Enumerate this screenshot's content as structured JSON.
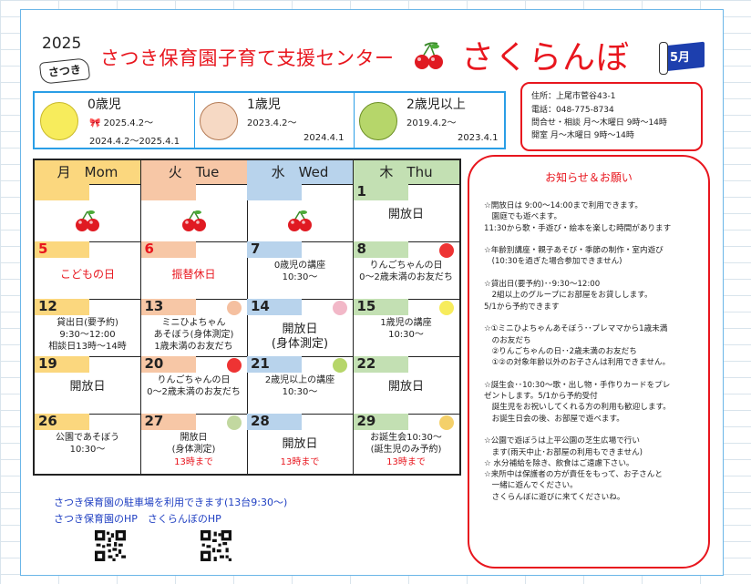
{
  "header": {
    "year": "2025",
    "title": "さつき保育園子育て支援センター",
    "brand": "さくらんぼ",
    "logo_text": "さつき",
    "month_flag": "5月"
  },
  "age_groups": [
    {
      "title": "0歳児",
      "range_start": "2025.4.2～",
      "range_full": "2024.4.2～2025.4.1",
      "icon": "chick-icon"
    },
    {
      "title": "1歳児",
      "range_start": "2023.4.2～",
      "range_end": "2024.4.1",
      "icon": "pig-icon"
    },
    {
      "title": "2歳児以上",
      "range_start": "2019.4.2～",
      "range_end": "2023.4.1",
      "icon": "elephant-icon"
    }
  ],
  "contact": {
    "address": "住所：上尾市菅谷43-1",
    "phone": "電話：048-775-8734",
    "inquiry": "問合せ・相談 月～木曜日 9時～14時",
    "open_room": "開室 月～木曜日 9時～14時"
  },
  "calendar": {
    "days": [
      "月　Mom",
      "火　Tue",
      "水　Wed",
      "木　Thu"
    ],
    "day_colors": [
      "#fbd77e",
      "#f7c7a6",
      "#b8d3ec",
      "#c3e0b3"
    ],
    "weeks": [
      [
        {
          "date": "",
          "text": "",
          "cherry": true
        },
        {
          "date": "",
          "text": "",
          "cherry": true
        },
        {
          "date": "",
          "text": "",
          "cherry": true
        },
        {
          "date": "1",
          "text": "開放日",
          "style": "big"
        }
      ],
      [
        {
          "date": "5",
          "date_red": true,
          "text": "こどもの日",
          "style": "red"
        },
        {
          "date": "6",
          "date_red": true,
          "text": "振替休日",
          "style": "red"
        },
        {
          "date": "7",
          "text": "0歳児の講座\n10:30～"
        },
        {
          "date": "8",
          "text": "りんごちゃんの日\n0～2歳未満のお友だち"
        }
      ],
      [
        {
          "date": "12",
          "text": "貸出日(要予約)\n9:30～12:00\n相談日13時～14時"
        },
        {
          "date": "13",
          "text": "ミニひよちゃん\nあそぼう(身体測定)\n1歳未満のお友だち"
        },
        {
          "date": "14",
          "text": "開放日\n(身体測定)",
          "style": "big"
        },
        {
          "date": "15",
          "text": "1歳児の講座\n10:30～"
        }
      ],
      [
        {
          "date": "19",
          "text": "開放日",
          "style": "big"
        },
        {
          "date": "20",
          "text": "りんごちゃんの日\n0～2歳未満のお友だち"
        },
        {
          "date": "21",
          "text": "2歳児以上の講座\n10:30～"
        },
        {
          "date": "22",
          "text": "開放日",
          "style": "big"
        }
      ],
      [
        {
          "date": "26",
          "text": "公園であそぼう\n10:30～"
        },
        {
          "date": "27",
          "text": "開放日\n(身体測定)",
          "note": "13時まで"
        },
        {
          "date": "28",
          "text": "開放日",
          "note": "13時まで",
          "style": "big"
        },
        {
          "date": "29",
          "text": "お誕生会10:30～\n(誕生児のみ予約)",
          "note": "13時まで"
        }
      ]
    ]
  },
  "notice": {
    "title": "お知らせ＆お願い",
    "body": "☆開放日は 9:00～14:00まで利用できます。\n　園庭でも遊べます。\n11:30から歌・手遊び・絵本を楽しむ時間があります\n\n☆年齢別講座・親子あそび・季節の制作・室内遊び\n　(10:30を過ぎた場合参加できません)\n\n☆貸出日(要予約)･･9:30～12:00\n　2組以上のグループにお部屋をお貸しします。\n5/1から予約できます\n\n☆①ミニひよちゃんあそぼう･･プレママから1歳未満\n　のお友だち\n　②りんごちゃんの日･･2歳未満のお友だち\n　①②の対象年齢以外のお子さんは利用できません。\n\n☆誕生会･･10:30～歌・出し物・手作りカードをプレ\nゼントします。5/1から予約受付\n　誕生児をお祝いしてくれる方の利用も歓迎します。\n　お誕生日会の後、お部屋で遊べます。\n\n☆公園で遊ぼうは上平公園の芝生広場で行い\n　ます(雨天中止･お部屋の利用もできません)\n☆ 水分補給を除き、飲食はご遠慮下さい。\n☆来所中は保護者の方が責任をもって、お子さんと\n　一緒に遊んでください。\n　さくらんぼに遊びに来てくださいね。"
  },
  "footer": {
    "line1": "さつき保育園の駐車場を利用できます(13台9:30～)",
    "line2": "さつき保育園のHP　さくらんぼのHP"
  },
  "colors": {
    "accent_red": "#e8161e",
    "accent_blue": "#2a9ee6",
    "link_blue": "#1f3fc2"
  }
}
